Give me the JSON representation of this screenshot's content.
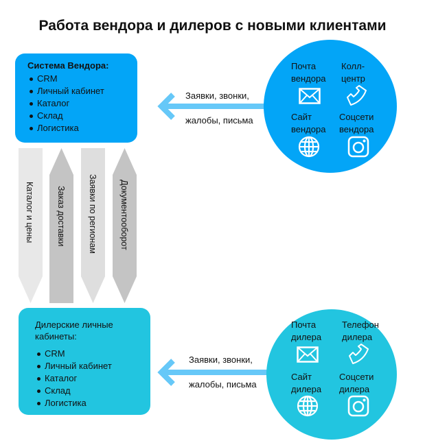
{
  "title": "Работа вендора  и дилеров с новыми клиентами",
  "vendor_box": {
    "heading": "Система Вендора:",
    "items": [
      "CRM",
      "Личный кабинет",
      "Каталог",
      "Склад",
      "Логистика"
    ]
  },
  "dealer_box": {
    "heading_line1": "Дилерские личные",
    "heading_line2": "кабинеты:",
    "items": [
      "CRM",
      "Личный кабинет",
      "Каталог",
      "Склад",
      "Логистика"
    ]
  },
  "flow_arrows": [
    "Каталог и цены",
    "Заказ доставки",
    "Заявки по регионам",
    "Документооборот"
  ],
  "vendor_channels": {
    "flow_line1": "Заявки, звонки,",
    "flow_line2": "жалобы, письма",
    "mail": [
      "Почта",
      "вендора"
    ],
    "phone": [
      "Колл-",
      "центр"
    ],
    "site": [
      "Сайт",
      "вендора"
    ],
    "social": [
      "Соцсети",
      "вендора"
    ]
  },
  "dealer_channels": {
    "flow_line1": "Заявки, звонки,",
    "flow_line2": "жалобы, письма",
    "mail": [
      "Почта",
      "дилера"
    ],
    "phone": [
      "Телефон",
      "дилера"
    ],
    "site": [
      "Сайт",
      "дилера"
    ],
    "social": [
      "Соцсети",
      "дилера"
    ]
  },
  "colors": {
    "vendor": "#03a5f7",
    "dealer": "#22c5e0",
    "arrow": "#66c8f8"
  }
}
